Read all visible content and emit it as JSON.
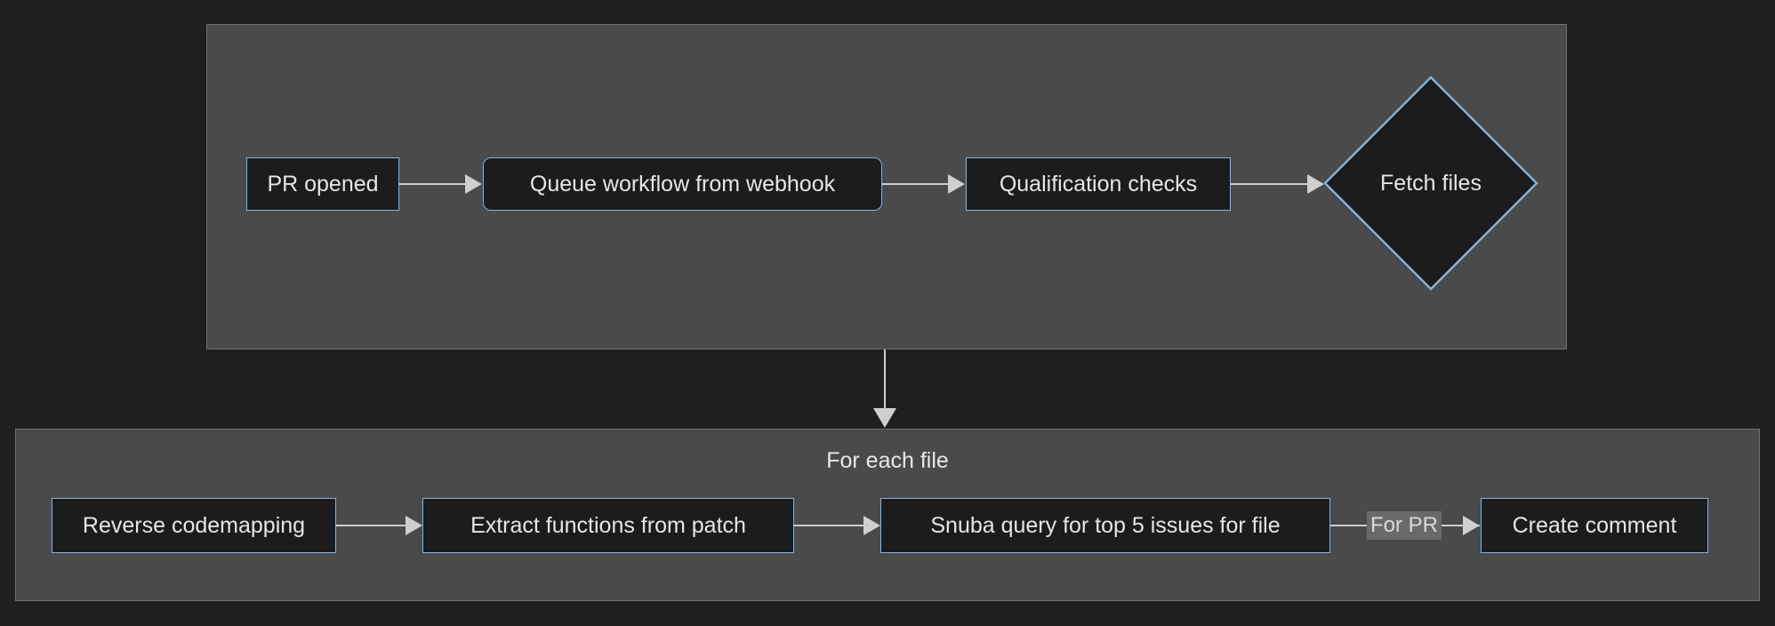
{
  "diagram": {
    "type": "flowchart",
    "direction": "left-to-right",
    "theme": {
      "page_background": "#1e1f20",
      "subgraph_fill": "#4a4a4a",
      "subgraph_border": "#6f6f6f",
      "node_fill": "#1c1c1c",
      "node_border": "#85b3dc",
      "node_text": "#e6e6e6",
      "edge_color": "#cfcfcf",
      "edge_label_fill": "#6a6a6a",
      "edge_label_text": "#d9d9d9"
    },
    "subgraphs": [
      {
        "id": "top",
        "title": ""
      },
      {
        "id": "bottom",
        "title": "For each file"
      }
    ],
    "nodes": [
      {
        "id": "pr-opened",
        "label": "PR opened",
        "shape": "rect"
      },
      {
        "id": "queue-workflow",
        "label": "Queue workflow from webhook",
        "shape": "rounded-rect"
      },
      {
        "id": "qualification",
        "label": "Qualification checks",
        "shape": "rect"
      },
      {
        "id": "fetch-files",
        "label": "Fetch files",
        "shape": "diamond"
      },
      {
        "id": "reverse-codemap",
        "label": "Reverse codemapping",
        "shape": "rect"
      },
      {
        "id": "extract-functions",
        "label": "Extract functions from patch",
        "shape": "rect"
      },
      {
        "id": "snuba-query",
        "label": "Snuba query for top 5 issues for file",
        "shape": "rect"
      },
      {
        "id": "create-comment",
        "label": "Create comment",
        "shape": "rect"
      }
    ],
    "edges": [
      {
        "from": "pr-opened",
        "to": "queue-workflow",
        "label": ""
      },
      {
        "from": "queue-workflow",
        "to": "qualification",
        "label": ""
      },
      {
        "from": "qualification",
        "to": "fetch-files",
        "label": ""
      },
      {
        "from": "fetch-files",
        "to": "reverse-codemap",
        "label": ""
      },
      {
        "from": "reverse-codemap",
        "to": "extract-functions",
        "label": ""
      },
      {
        "from": "extract-functions",
        "to": "snuba-query",
        "label": ""
      },
      {
        "from": "snuba-query",
        "to": "create-comment",
        "label": "For PR"
      }
    ],
    "edge_labels": {
      "for_pr": "For PR"
    }
  }
}
